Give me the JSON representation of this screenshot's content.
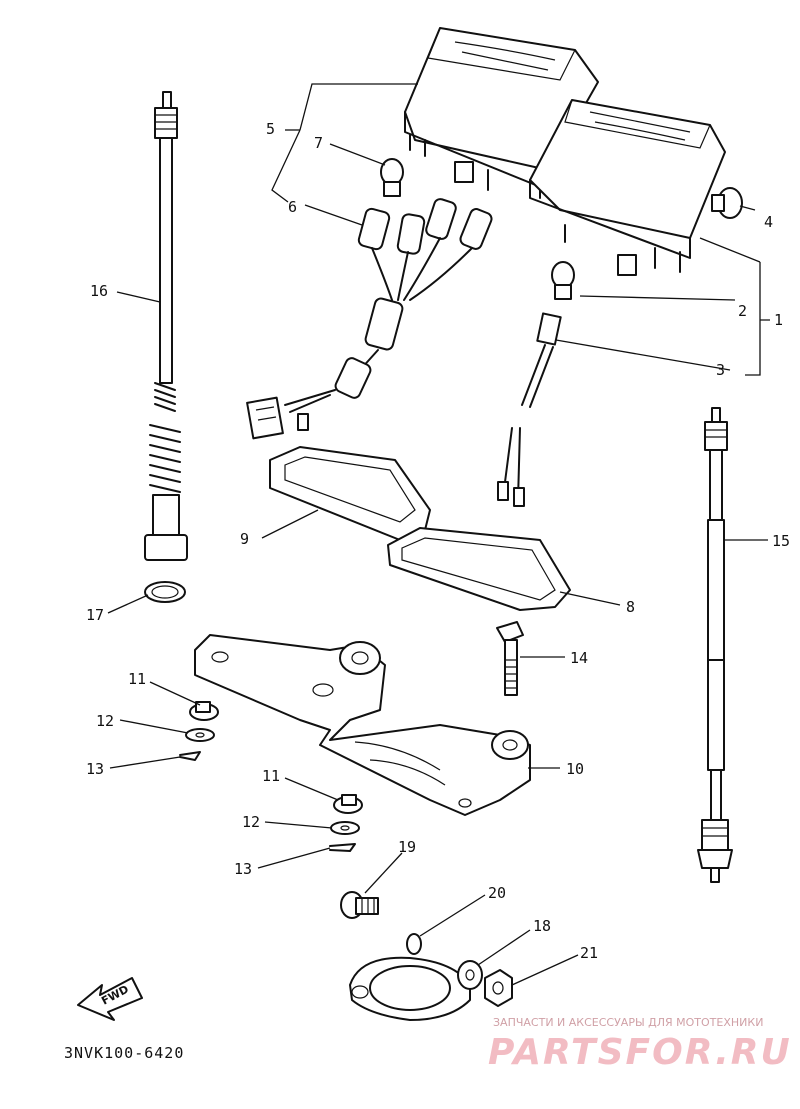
{
  "diagram_code": "3NVK100-6420",
  "direction_label": "FWD",
  "watermark": {
    "tagline": "ЗАПЧАСТИ И АКСЕССУАРЫ ДЛЯ МОТОТЕХНИКИ",
    "logo": "PARTSFOR.RU",
    "color": "#f2bcc3"
  },
  "callouts": [
    "1",
    "2",
    "3",
    "4",
    "5",
    "6",
    "7",
    "8",
    "9",
    "10",
    "11",
    "11",
    "12",
    "12",
    "13",
    "13",
    "14",
    "15",
    "16",
    "17",
    "18",
    "19",
    "20",
    "21"
  ]
}
